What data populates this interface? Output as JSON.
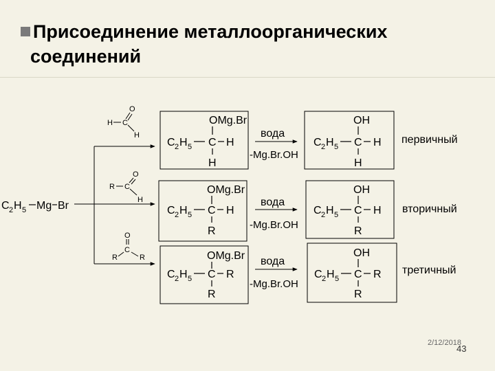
{
  "slide": {
    "title_line1": "Присоединение металлоорганических",
    "title_line2": "соединений",
    "date": "2/12/2018",
    "page_number": "43"
  },
  "reagent": {
    "c": "C",
    "sub2": "2",
    "h": "H",
    "sub5": "5",
    "mg": "Mg",
    "br": "Br"
  },
  "carbonyls": [
    {
      "top": "O",
      "c": "C",
      "left": "H",
      "right": "H"
    },
    {
      "top": "O",
      "c": "C",
      "left": "R",
      "right": "H"
    },
    {
      "top": "O",
      "c": "C",
      "left": "R",
      "right": "R"
    }
  ],
  "arrows": {
    "reagent": "вода",
    "byproduct": "-Mg.Br.OH"
  },
  "rows": [
    {
      "intermediate": {
        "top": "OMg.Br",
        "right": "H",
        "bottom": "H"
      },
      "product": {
        "top": "OH",
        "right": "H",
        "bottom": "H"
      },
      "label": "первичный"
    },
    {
      "intermediate": {
        "top": "OMg.Br",
        "right": "H",
        "bottom": "R"
      },
      "product": {
        "top": "OH",
        "right": "H",
        "bottom": "R"
      },
      "label": "вторичный"
    },
    {
      "intermediate": {
        "top": "OMg.Br",
        "right": "R",
        "bottom": "R"
      },
      "product": {
        "top": "OH",
        "right": "R",
        "bottom": "R"
      },
      "label": "третичный"
    }
  ],
  "common": {
    "c": "C",
    "h": "H",
    "sub2": "2",
    "sub5": "5"
  }
}
